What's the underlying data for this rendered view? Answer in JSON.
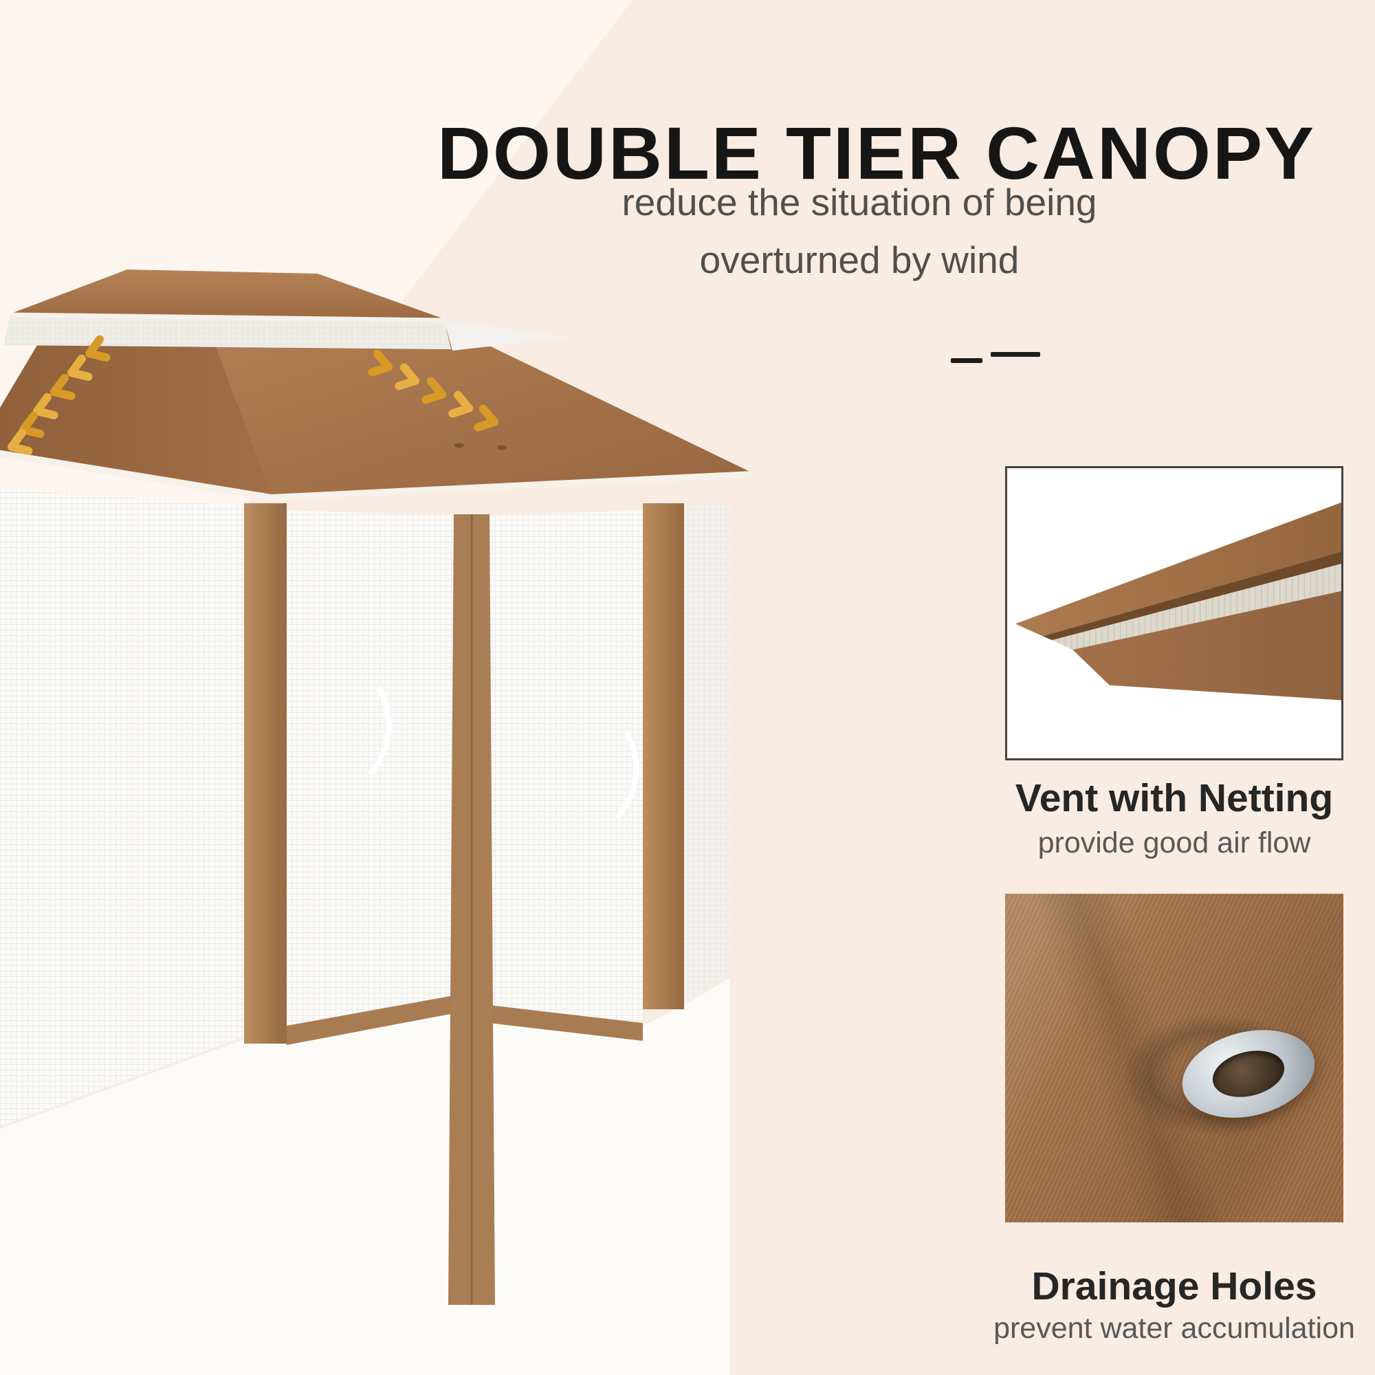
{
  "header": {
    "title": "DOUBLE TIER CANOPY",
    "subtitle_line1": "reduce the situation of being",
    "subtitle_line2": "overturned by wind"
  },
  "features": [
    {
      "name": "Vent with Netting",
      "desc": "provide good air flow"
    },
    {
      "name": "Drainage Holes",
      "desc": "prevent water accumulation"
    }
  ],
  "colors": {
    "background": "#f8ece3",
    "background_sheen": "#fdf6f0",
    "canopy_brown": "#a5744c",
    "post_brown": "#a87c52",
    "accent_gold": "#e2a431",
    "title_text": "#161616",
    "body_text": "#4f4f4f",
    "grommet_metal": "#bcc3c9"
  },
  "icons": {
    "airflow_left": "chevron-left-arrows",
    "airflow_right": "chevron-right-arrows",
    "grommet": "metal-eyelet-ring"
  }
}
